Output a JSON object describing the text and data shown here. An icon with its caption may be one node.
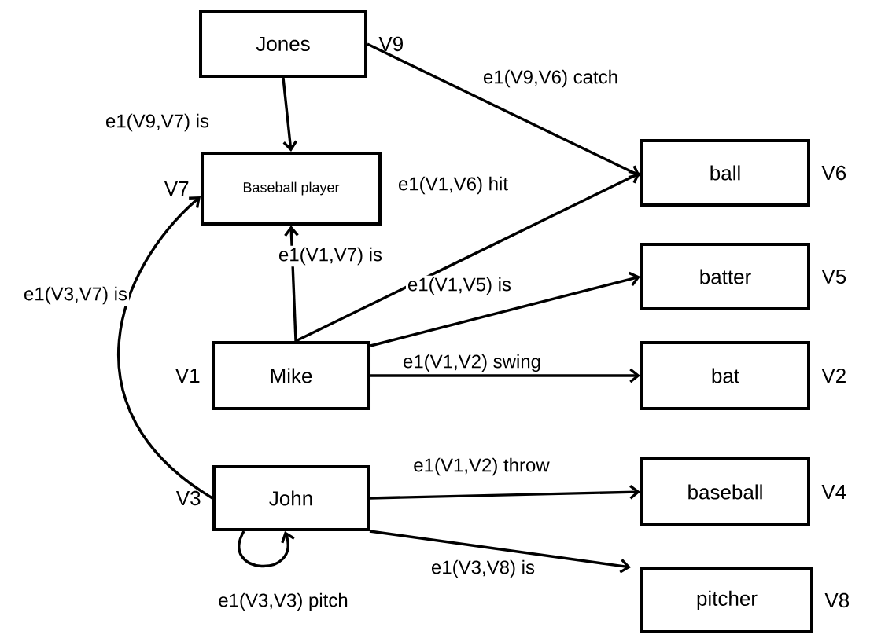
{
  "diagram": {
    "nodes": [
      {
        "text": [
          "Jones"
        ],
        "beside": [
          "V9"
        ]
      },
      {
        "text": [
          "Baseball player"
        ],
        "beside": [
          "V7"
        ]
      },
      {
        "text": [
          "ball"
        ],
        "beside": [
          "V6"
        ]
      },
      {
        "text": [
          "batter"
        ],
        "beside": [
          "V5"
        ]
      },
      {
        "text": [
          "Mike"
        ],
        "beside": [
          "V1"
        ]
      },
      {
        "text": [
          "bat"
        ],
        "beside": [
          "V2"
        ]
      },
      {
        "text": [
          "John"
        ],
        "beside": [
          "V3"
        ]
      },
      {
        "text": [
          "baseball"
        ],
        "beside": [
          "V4"
        ]
      },
      {
        "text": [
          "pitcher"
        ],
        "beside": [
          "V8"
        ]
      }
    ],
    "edges": [
      {
        "from": 0,
        "to": 1,
        "arrow": "to",
        "label": "e1(V9,V7) is"
      },
      {
        "from": 0,
        "to": 2,
        "arrow": "to",
        "label": "e1(V9,V6) catch"
      },
      {
        "from": 4,
        "to": 2,
        "arrow": "to",
        "label": "e1(V1,V6) hit"
      },
      {
        "from": 4,
        "to": 1,
        "arrow": "to",
        "label": "e1(V1,V7) is"
      },
      {
        "from": 4,
        "to": 3,
        "arrow": "to",
        "label": "e1(V1,V5) is"
      },
      {
        "from": 4,
        "to": 5,
        "arrow": "to",
        "label": "e1(V1,V2) swing"
      },
      {
        "from": 6,
        "to": 1,
        "arrow": "to",
        "label": "e1(V3,V7) is"
      },
      {
        "from": 6,
        "to": 7,
        "arrow": "to",
        "label": "e1(V1,V2) throw"
      },
      {
        "from": 6,
        "to": 6,
        "arrow": "to",
        "label": "e1(V3,V3) pitch"
      },
      {
        "from": 6,
        "to": 8,
        "arrow": "to",
        "label": "e1(V3,V8) is"
      }
    ]
  }
}
